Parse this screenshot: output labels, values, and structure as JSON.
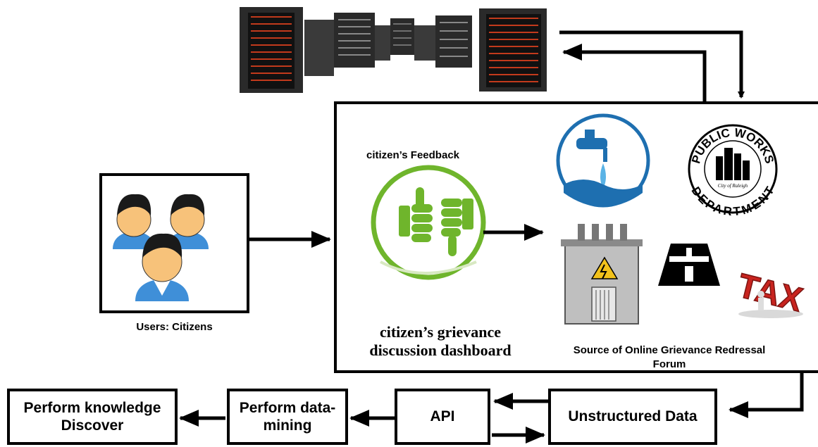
{
  "labels": {
    "users_caption": "Users: Citizens",
    "feedback_caption": "citizen’s Feedback",
    "dashboard_line1": "citizen’s grievance",
    "dashboard_line2": "discussion dashboard",
    "source_line1": "Source of Online Grievance Redressal",
    "source_line2": "Forum",
    "public_works_top": "PUBLIC WORKS",
    "public_works_bottom": "DEPARTMENT",
    "public_works_city": "City of Raleigh",
    "tax_text": "TAX"
  },
  "pipeline": {
    "knowledge_line1": "Perform knowledge",
    "knowledge_line2": "Discover",
    "mining_line1": "Perform data-",
    "mining_line2": "mining",
    "api": "API",
    "unstructured": "Unstructured Data"
  },
  "colors": {
    "stroke": "#000000",
    "water_blue": "#1e6fb0",
    "feedback_green": "#6fb52c",
    "skin": "#f7c27a",
    "shirt_blue": "#3f8fd8",
    "server_dark": "#2a2a2a",
    "tax_red": "#c8241f"
  },
  "icons": [
    "server-rack-icon",
    "users-group-icon",
    "thumbs-feedback-icon",
    "water-tap-icon",
    "public-works-logo",
    "power-station-icon",
    "road-icon",
    "tax-burden-icon"
  ]
}
